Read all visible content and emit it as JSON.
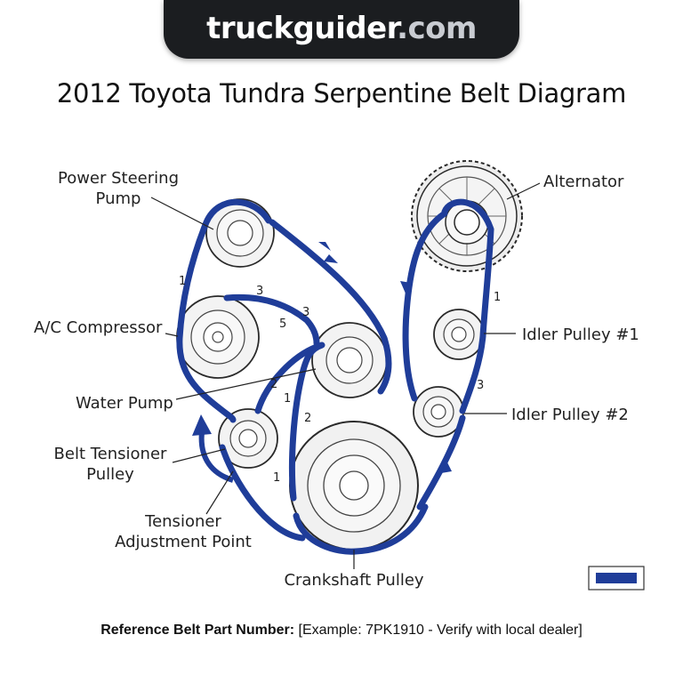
{
  "header": {
    "site_name": "truckguider",
    "site_tld": ".com"
  },
  "title": "2012 Toyota Tundra Serpentine Belt Diagram",
  "components": {
    "power_steering_pump": [
      "Power Steering",
      "Pump"
    ],
    "ac_compressor": "A/C Compressor",
    "water_pump": "Water Pump",
    "belt_tensioner_pulley": [
      "Belt Tensioner",
      "Pulley"
    ],
    "tensioner_adjustment_point": [
      "Tensioner",
      "Adjustment Point"
    ],
    "crankshaft_pulley": "Crankshaft Pulley",
    "alternator": "Alternator",
    "idler_pulley_1": "Idler Pulley #1",
    "idler_pulley_2": "Idler Pulley #2"
  },
  "belt_markers": [
    "1",
    "3",
    "3",
    "5",
    "2",
    "1",
    "2",
    "1",
    "1",
    "3"
  ],
  "footer": {
    "reference_label": "Reference Belt Part Number:",
    "reference_value": "[Example: 7PK1910 - Verify with local dealer]"
  },
  "colors": {
    "belt": "#1f3d99",
    "pulley_fill": "#f3f3f3",
    "pulley_stroke": "#2a2a2a",
    "banner": "#1b1d20"
  }
}
